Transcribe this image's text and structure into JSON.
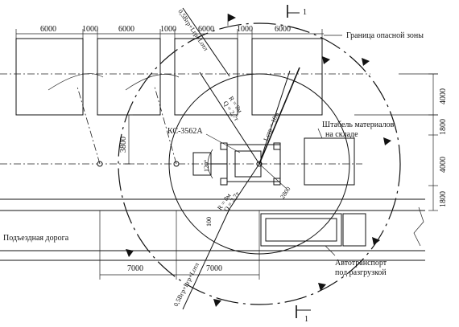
{
  "section_mark": "1",
  "labels": {
    "danger_zone": "Граница опасной зоны",
    "crane": "КС-3562А",
    "stack_line1": "Штабель материалов",
    "stack_line2": "на складе",
    "road": "Подъездная дорога",
    "truck_line1": "Автотранспорт",
    "truck_line2": "под разгрузкой"
  },
  "top_dims": [
    "6000",
    "1000",
    "6000",
    "1000",
    "6000",
    "1000",
    "6000"
  ],
  "right_dims": [
    "4000",
    "1800",
    "4000",
    "1800"
  ],
  "bottom_dims": [
    "7000",
    "7000"
  ],
  "dim_3800": "3800",
  "dim_2800": "2800",
  "dim_100": "100",
  "angle_120": "120°",
  "formulas": {
    "top_diag": "0,5Bгр+Lгр+Lотл",
    "r_top": "R = 8м",
    "q_top": "Q = 2,7т",
    "boom": "Lстр = 10м",
    "r_bottom": "R = 8м",
    "q_bottom": "Q = 2,7т",
    "bottom_diag": "0,5Bгр+Lгр+Lотл"
  }
}
